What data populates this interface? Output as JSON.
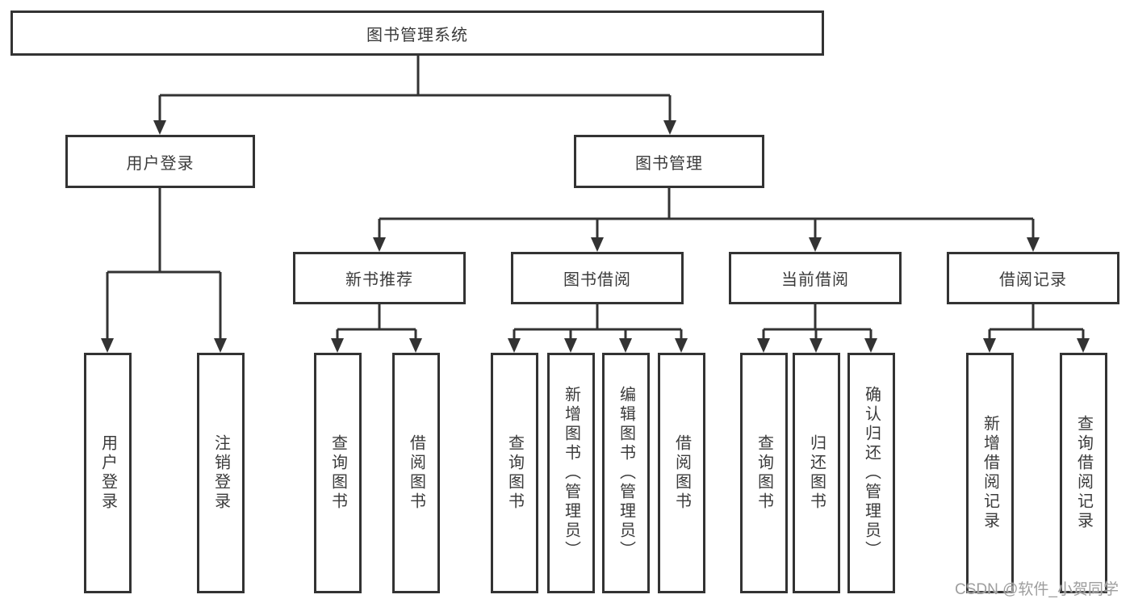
{
  "diagram": {
    "root": {
      "label": "图书管理系统"
    },
    "level2": [
      {
        "label": "用户登录"
      },
      {
        "label": "图书管理"
      }
    ],
    "level3": [
      {
        "label": "新书推荐"
      },
      {
        "label": "图书借阅"
      },
      {
        "label": "当前借阅"
      },
      {
        "label": "借阅记录"
      }
    ],
    "leaves": {
      "user_login": [
        {
          "label": "用户登录"
        },
        {
          "label": "注销登录"
        }
      ],
      "new_book_recommend": [
        {
          "label": "查询图书"
        },
        {
          "label": "借阅图书"
        }
      ],
      "book_borrow": [
        {
          "label": "查询图书"
        },
        {
          "label": "新增图书（管理员）"
        },
        {
          "label": "编辑图书（管理员）"
        },
        {
          "label": "借阅图书"
        }
      ],
      "current_borrow": [
        {
          "label": "查询图书"
        },
        {
          "label": "归还图书"
        },
        {
          "label": "确认归还（管理员）"
        }
      ],
      "borrow_records": [
        {
          "label": "新增借阅记录"
        },
        {
          "label": "查询借阅记录"
        }
      ]
    }
  },
  "watermark": {
    "text": "CSDN @软件_小贺同学"
  },
  "colors": {
    "line": "#333333",
    "box_border": "#333333",
    "text": "#3b3b3b",
    "watermark": "#9e9e9e",
    "background": "#ffffff"
  }
}
